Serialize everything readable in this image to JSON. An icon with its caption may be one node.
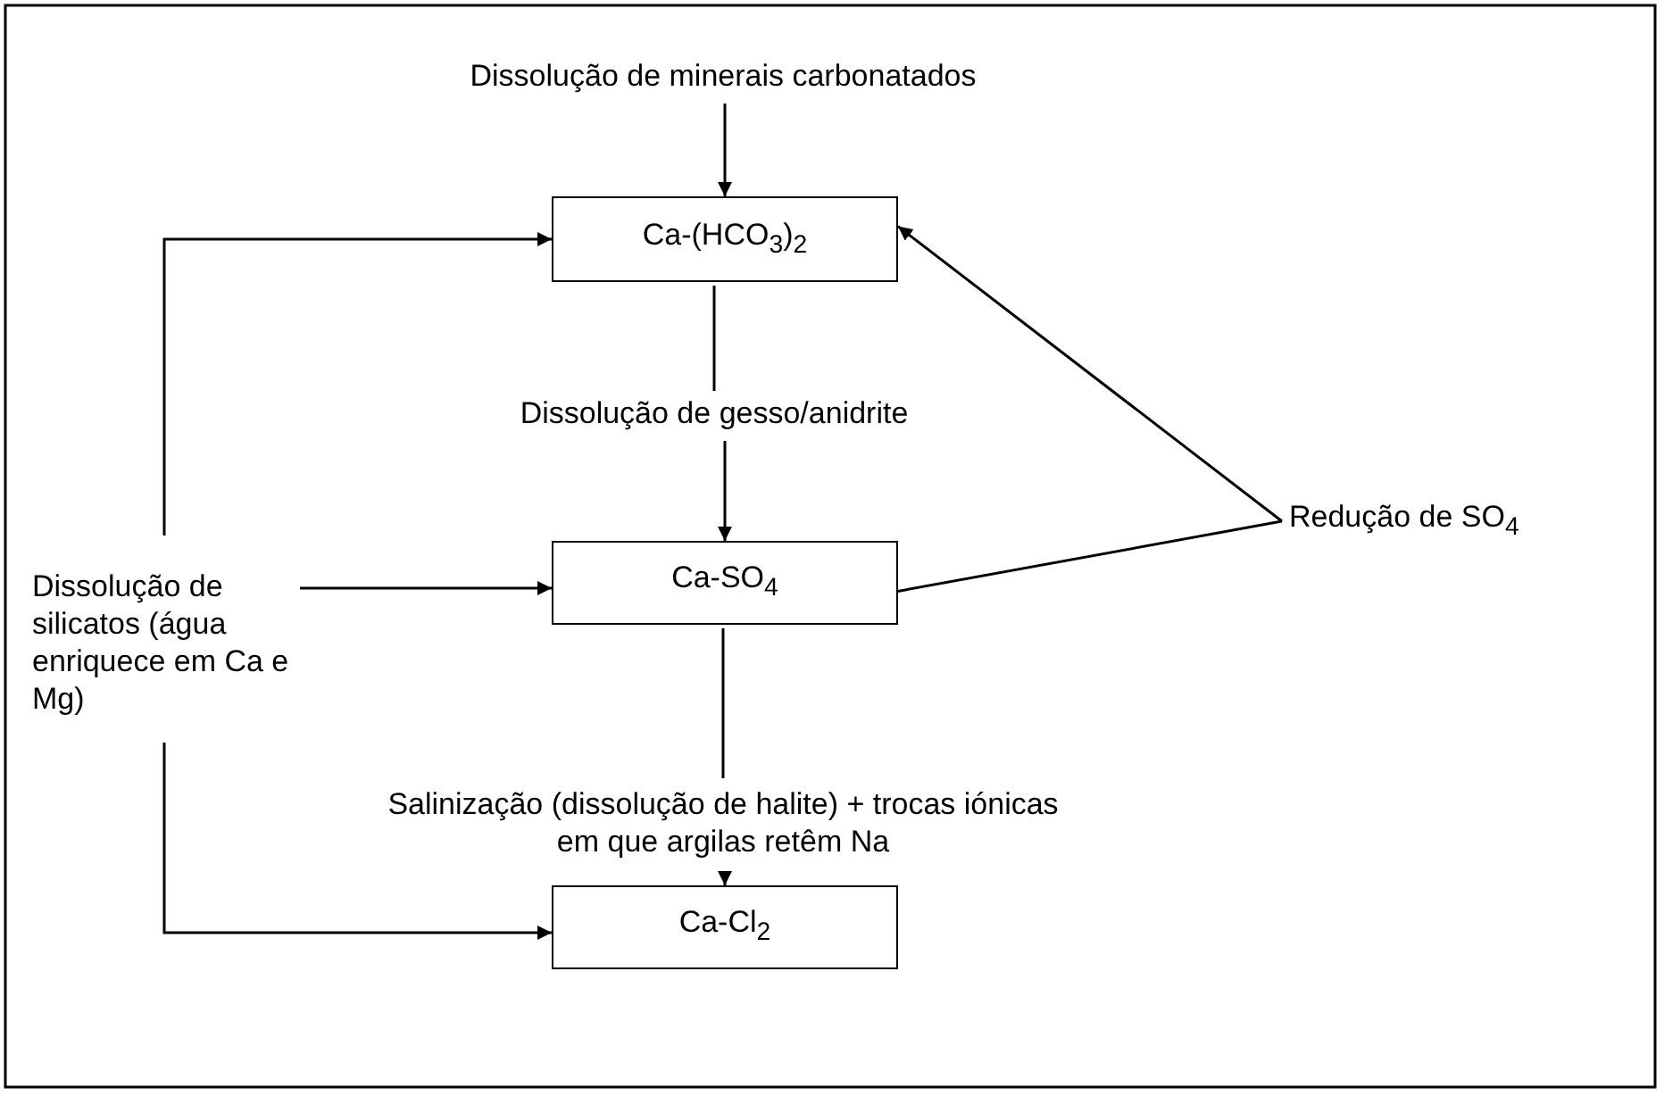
{
  "diagram": {
    "nodes": [
      {
        "text": [
          "Dissolução de minerais carbonatados"
        ]
      },
      {
        "text": [
          "Ca-(HCO$_{3}$)$_{2}$"
        ]
      },
      {
        "text": [
          "Dissolução de gesso/anidrite"
        ]
      },
      {
        "text": [
          "Ca-SO$_{4}$"
        ]
      },
      {
        "text": [
          "Salinização (dissolução de halite) + trocas iónicas em que argilas retêm Na"
        ]
      },
      {
        "text": [
          "Ca-Cl$_{2}$"
        ]
      },
      {
        "text": [
          "Redução de SO$_{4}$"
        ]
      },
      {
        "text": [
          "Dissolução de silicatos (água enriquece em Ca e Mg)"
        ]
      }
    ],
    "edges": [
      {
        "from": 0,
        "to": 1,
        "arrow": "to"
      },
      {
        "from": 1,
        "to": 2,
        "arrow": "none"
      },
      {
        "from": 2,
        "to": 3,
        "arrow": "to"
      },
      {
        "from": 3,
        "to": 4,
        "arrow": "none"
      },
      {
        "from": 4,
        "to": 5,
        "arrow": "to"
      },
      {
        "from": 3,
        "to": 6,
        "arrow": "none"
      },
      {
        "from": 6,
        "to": 1,
        "arrow": "to"
      },
      {
        "from": 7,
        "to": 1,
        "arrow": "to"
      },
      {
        "from": 7,
        "to": 3,
        "arrow": "to"
      },
      {
        "from": 7,
        "to": 5,
        "arrow": "to"
      }
    ]
  }
}
